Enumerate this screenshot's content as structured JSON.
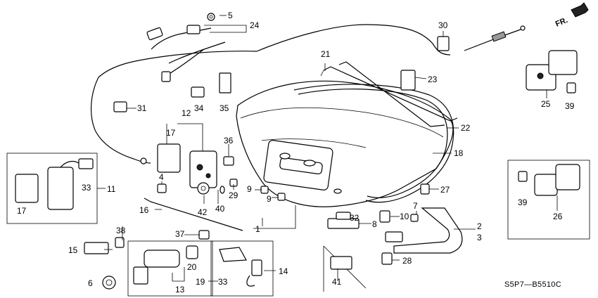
{
  "diagram_code": "S5P7—B5510C",
  "direction_label": "FR.",
  "callouts": {
    "c1": "1",
    "c2": "2",
    "c3": "3",
    "c4": "4",
    "c5": "5",
    "c6": "6",
    "c7": "7",
    "c8": "8",
    "c9a": "9",
    "c9b": "9",
    "c10": "10",
    "c11": "11",
    "c12": "12",
    "c13": "13",
    "c14": "14",
    "c15": "15",
    "c16": "16",
    "c17a": "17",
    "c17b": "17",
    "c18": "18",
    "c19": "19",
    "c20": "20",
    "c21": "21",
    "c22": "22",
    "c23": "23",
    "c24": "24",
    "c25": "25",
    "c26": "26",
    "c27": "27",
    "c28": "28",
    "c29": "29",
    "c30": "30",
    "c31": "31",
    "c32": "32",
    "c33a": "33",
    "c33b": "33",
    "c34": "34",
    "c35": "35",
    "c36": "36",
    "c37": "37",
    "c38": "38",
    "c39a": "39",
    "c39b": "39",
    "c40": "40",
    "c41": "41",
    "c42": "42"
  }
}
